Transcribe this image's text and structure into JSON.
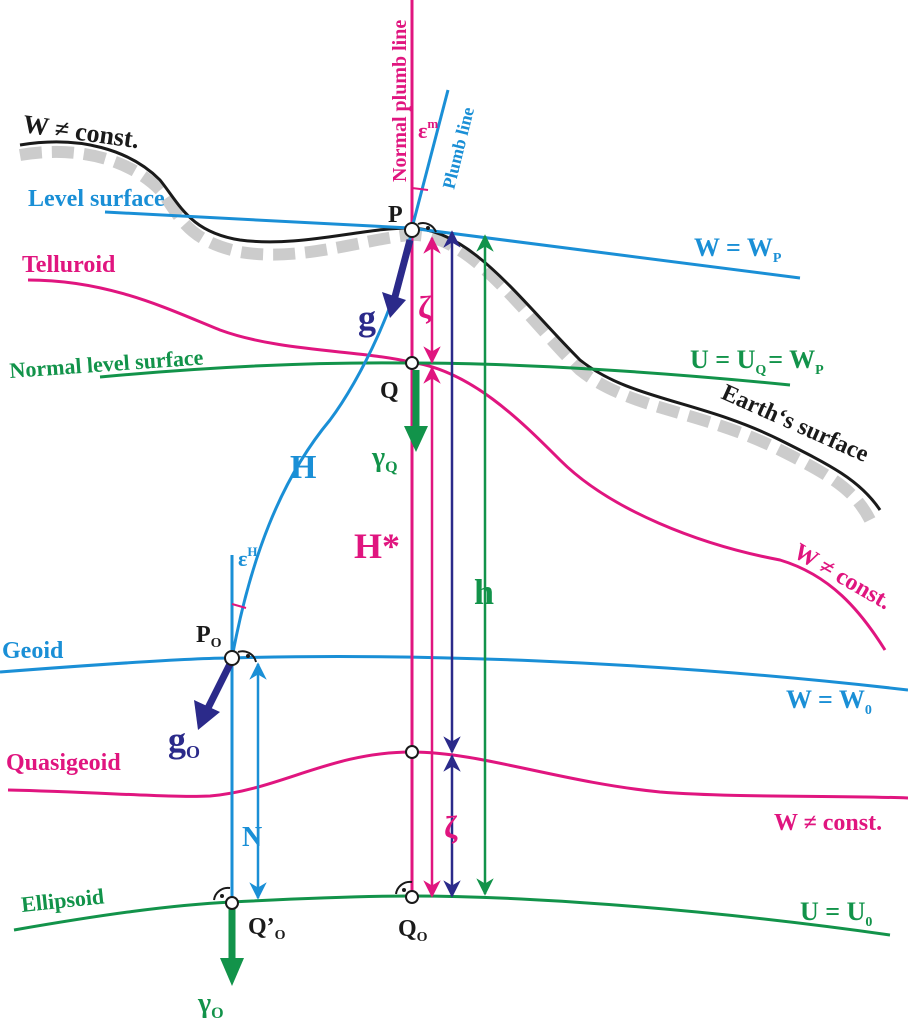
{
  "colors": {
    "blue": "#1a8fd6",
    "green": "#12934a",
    "magenta": "#e0157f",
    "navy": "#2b2a8a",
    "black": "#1a1a1a",
    "gray_dash": "#cccccc"
  },
  "labels": {
    "w_neq_const_top": "W ≠ const.",
    "level_surface": "Level surface",
    "telluroid": "Telluroid",
    "normal_level_surface": "Normal level surface",
    "geoid": "Geoid",
    "quasigeoid": "Quasigeoid",
    "ellipsoid": "Ellipsoid",
    "normal_plumb_line": "Normal plumb line",
    "plumb_line": "Plumb line",
    "earths_surface": "Earth‘s surface",
    "w_neq_const_right": "W ≠ const.",
    "w_neq_const_quasi": "W ≠ const."
  },
  "equations": {
    "w_eq_wp": {
      "lhs": "W = W",
      "sub": "P"
    },
    "u_eq_uq": {
      "lhs": "U = U",
      "sub": "Q",
      "rhs": "= W",
      "rhs_sub": "P"
    },
    "w_eq_w0": {
      "lhs": "W = W",
      "sub": "0"
    },
    "u_eq_u0": {
      "lhs": "U = U",
      "sub": "0"
    }
  },
  "symbols": {
    "P": "P",
    "Q": "Q",
    "P0": {
      "base": "P",
      "sub": "O"
    },
    "Q0": {
      "base": "Q",
      "sub": "O"
    },
    "Q0_prime": {
      "base": "Q’",
      "sub": "O"
    },
    "g": "g",
    "g0": {
      "base": "g",
      "sub": "O"
    },
    "gamma_Q": {
      "base": "γ",
      "sub": "Q"
    },
    "gamma_0": {
      "base": "γ",
      "sub": "O"
    },
    "H": "H",
    "H_star": "H*",
    "h": "h",
    "N": "N",
    "zeta_top": "ζ",
    "zeta_bottom": "ζ",
    "eps_m": {
      "base": "ε",
      "sup": "m"
    },
    "eps_H": {
      "base": "ε",
      "sup": "H"
    }
  }
}
